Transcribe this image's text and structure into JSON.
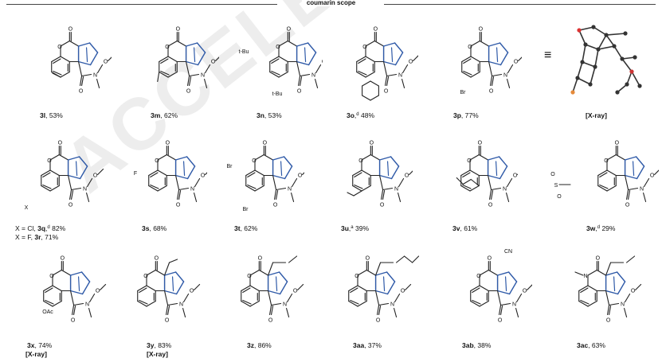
{
  "title": "coumarin scope",
  "watermark": "ACCELERATED ARTICLE",
  "x_equiv_sign": "≡",
  "compounds": [
    {
      "id": "3l",
      "yield": "53%",
      "note": ""
    },
    {
      "id": "3m",
      "yield": "62%",
      "note": ""
    },
    {
      "id": "3n",
      "yield": "53%",
      "note": "",
      "subst_top": "t-Bu",
      "subst_bottom": "t-Bu"
    },
    {
      "id": "3o",
      "yield": "48%",
      "note": "d"
    },
    {
      "id": "3p",
      "yield": "77%",
      "note": "",
      "subst": "Br"
    },
    {
      "id": "xray",
      "text": "[X-ray]"
    },
    {
      "id_a": "3q",
      "id_b": "3r",
      "line_a_prefix": "X = Cl, ",
      "line_b_prefix": "X = F, ",
      "yield_a": "82%",
      "yield_b": "71%",
      "note_a": "d",
      "subst": "X"
    },
    {
      "id": "3s",
      "yield": "68%",
      "note": "",
      "subst": "F"
    },
    {
      "id": "3t",
      "yield": "62%",
      "note": "",
      "subst_top": "Br",
      "subst_bottom": "Br"
    },
    {
      "id": "3u",
      "yield": "39%",
      "note": "a"
    },
    {
      "id": "3v",
      "yield": "61%",
      "note": ""
    },
    {
      "id": "3w",
      "yield": "29%",
      "note": "d"
    },
    {
      "id": "3x",
      "yield": "74%",
      "note": "",
      "extra": "[X-ray]",
      "subst": "OAc"
    },
    {
      "id": "3y",
      "yield": "83%",
      "note": "",
      "extra": "[X-ray]"
    },
    {
      "id": "3z",
      "yield": "86%",
      "note": ""
    },
    {
      "id": "3aa",
      "yield": "37%",
      "note": ""
    },
    {
      "id": "3ab",
      "yield": "38%",
      "note": "",
      "subst": "CN"
    },
    {
      "id": "3ac",
      "yield": "63%",
      "note": ""
    }
  ]
}
